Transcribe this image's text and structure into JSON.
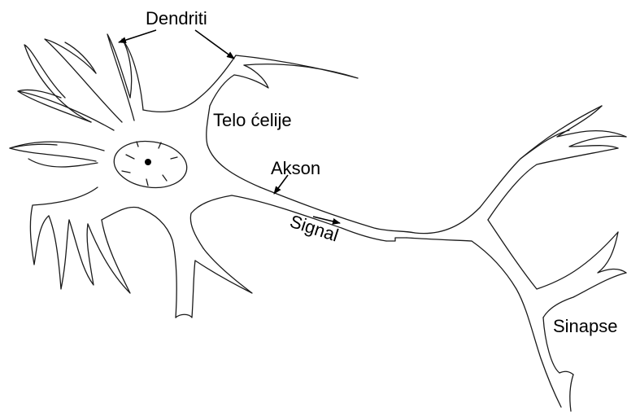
{
  "labels": {
    "dendrites": "Dendriti",
    "cell_body": "Telo ćelije",
    "axon": "Akson",
    "signal": "Signal",
    "synapses": "Sinapse"
  },
  "colors": {
    "line": "#1a1a1a",
    "text": "#000000",
    "background": "#ffffff"
  }
}
